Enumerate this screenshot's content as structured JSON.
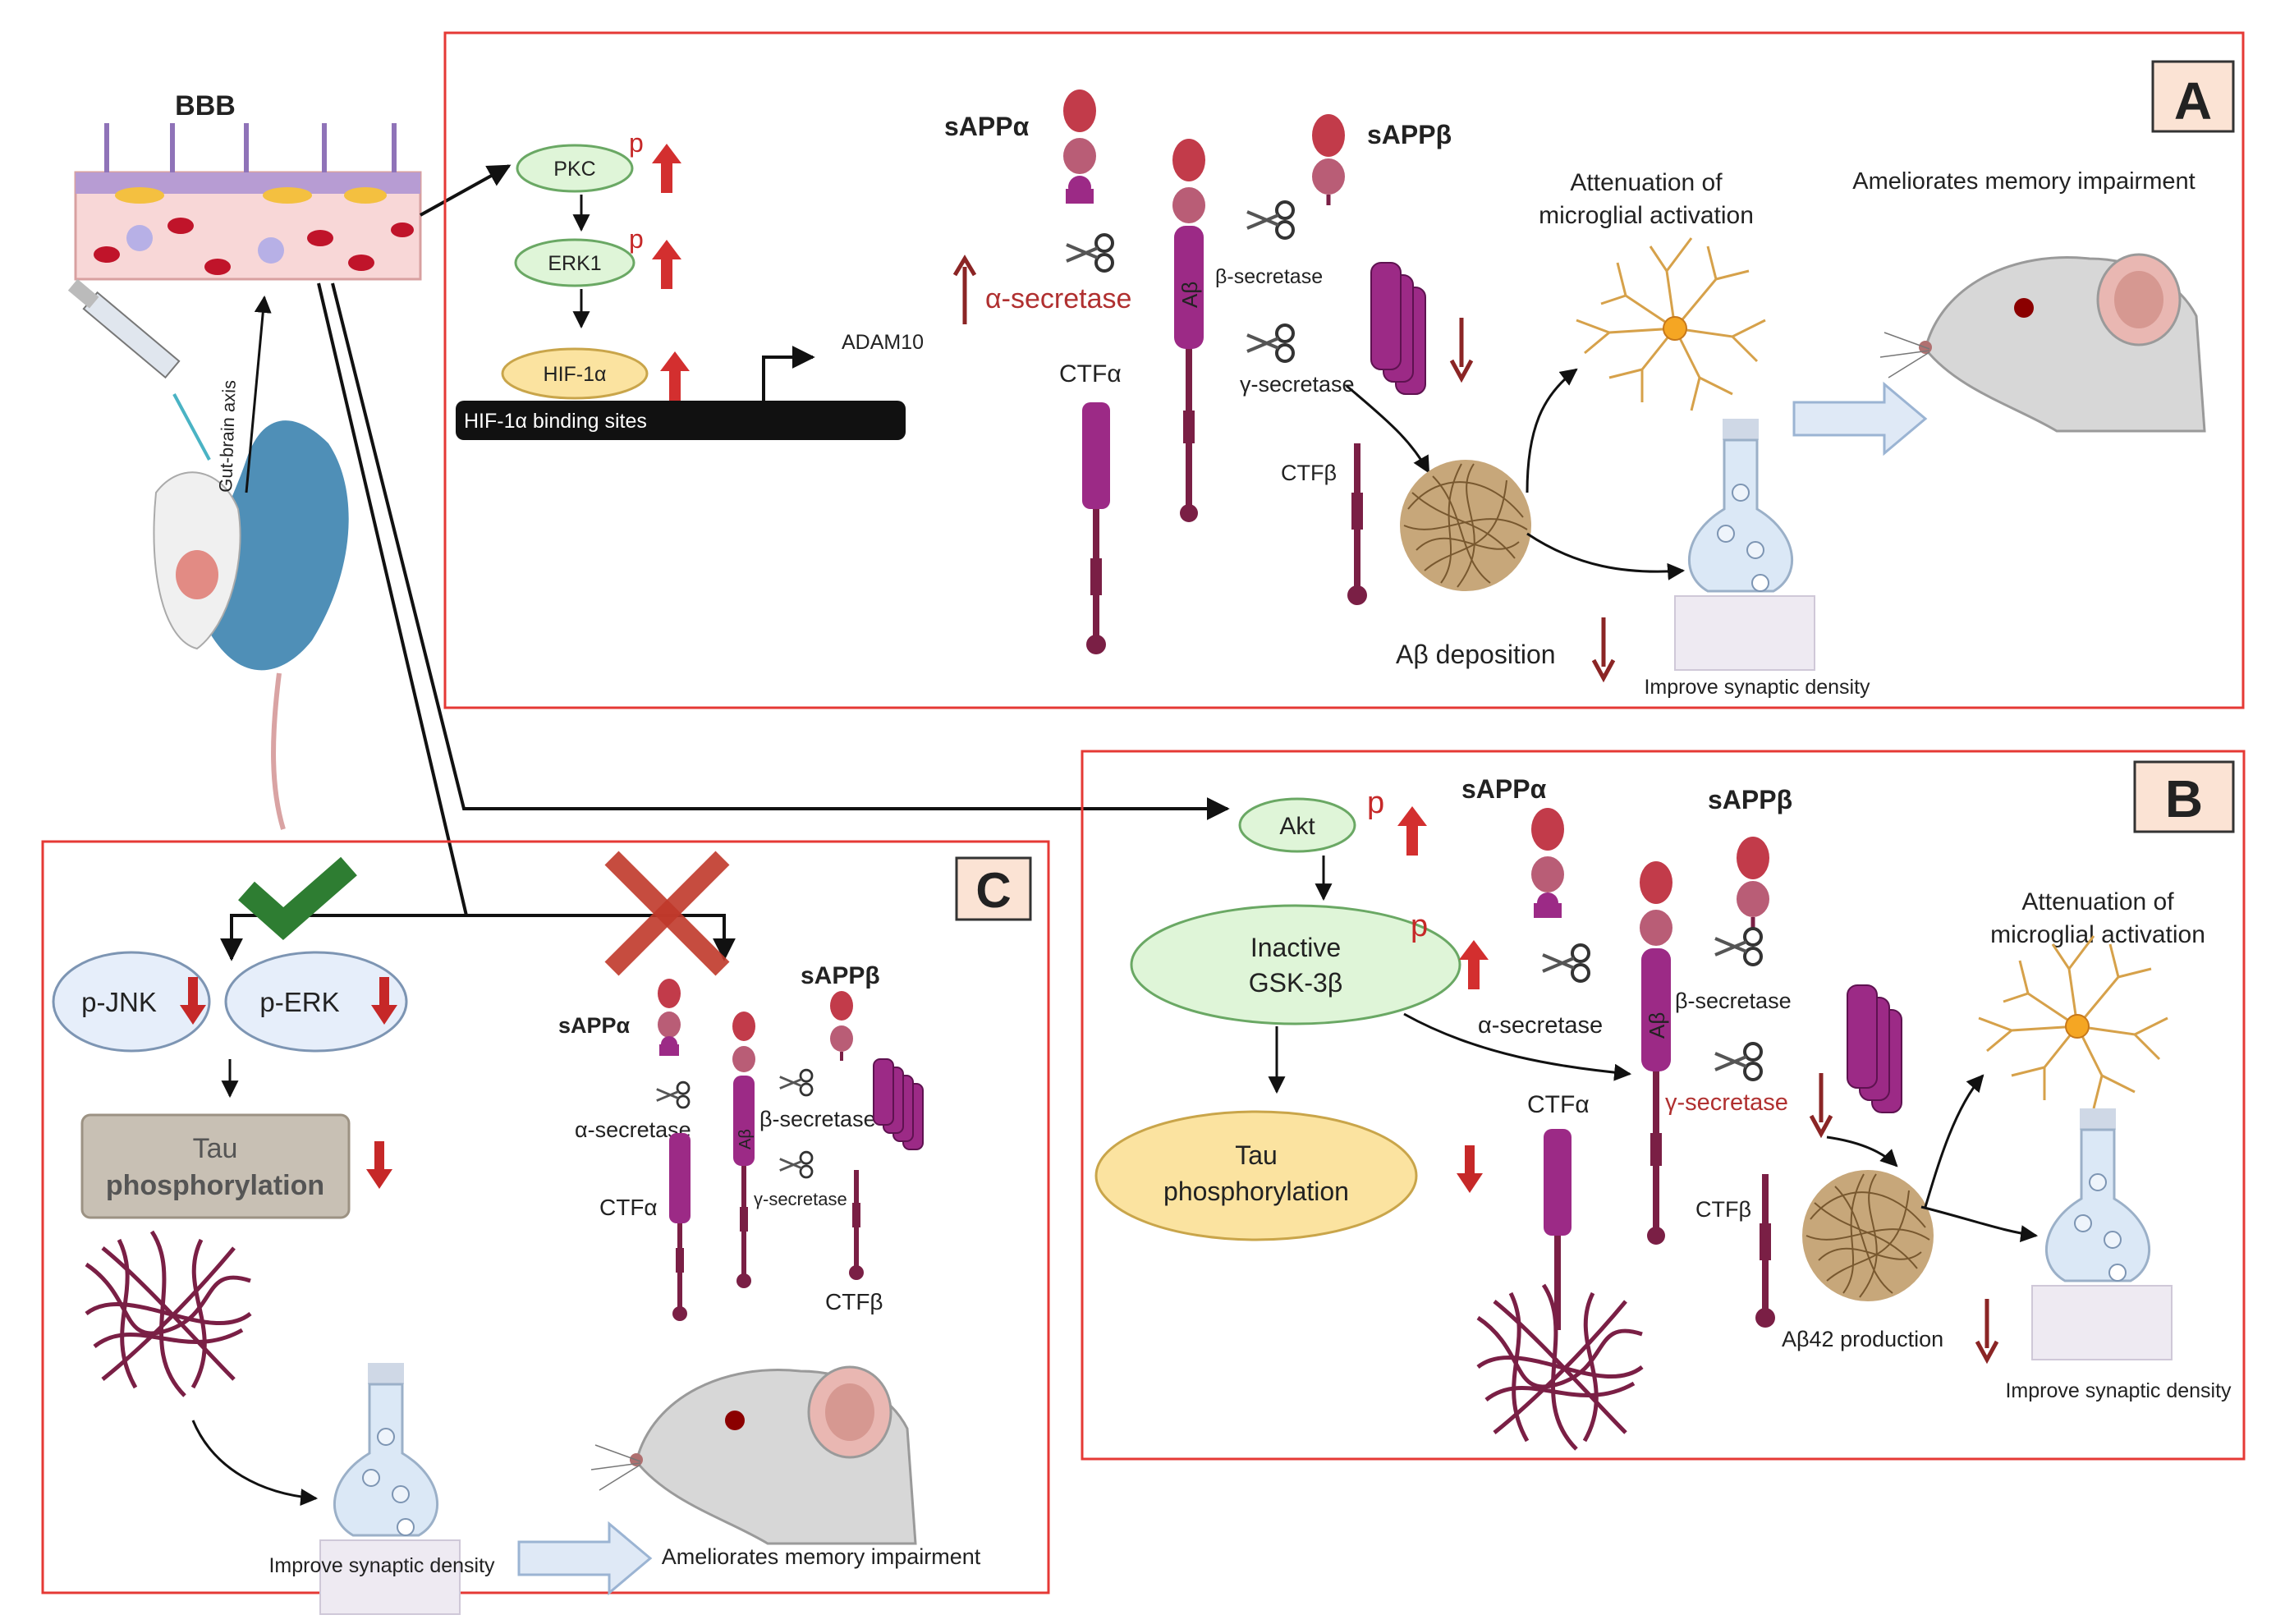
{
  "bbb": {
    "label": "BBB",
    "axis": "Gut-brain axis"
  },
  "panels": {
    "a": "A",
    "b": "B",
    "c": "C"
  },
  "sup": "p",
  "panel_a": {
    "pkc": "PKC",
    "erk1": "ERK1",
    "hif": "HIF-1α",
    "hif_sites": "HIF-1α binding sites",
    "adam10": "ADAM10",
    "sappa": "sAPPα",
    "sappb": "sAPPβ",
    "alpha": "α-secretase",
    "beta": "β-secretase",
    "gamma": "γ-secretase",
    "abeta": "Aβ",
    "ctfa": "CTFα",
    "ctfb": "CTFβ",
    "micro1": "Attenuation of",
    "micro2": "microglial activation",
    "memory": "Ameliorates memory impairment",
    "deposition": "Aβ deposition",
    "synaptic": "Improve synaptic density"
  },
  "panel_b": {
    "akt": "Akt",
    "gsk1": "Inactive",
    "gsk2": "GSK-3β",
    "sappa": "sAPPα",
    "sappb": "sAPPβ",
    "alpha": "α-secretase",
    "beta": "β-secretase",
    "gamma": "γ-secretase",
    "abeta": "Aβ",
    "ctfa": "CTFα",
    "ctfb": "CTFβ",
    "tau1": "Tau",
    "tau2": "phosphorylation",
    "micro1": "Attenuation of",
    "micro2": "microglial activation",
    "ab42": "Aβ42 production",
    "synaptic": "Improve synaptic density"
  },
  "panel_c": {
    "pjnk": "p-JNK",
    "perk": "p-ERK",
    "tau1": "Tau",
    "tau2": "phosphorylation",
    "sappa": "sAPPα",
    "sappb": "sAPPβ",
    "alpha": "α-secretase",
    "beta": "β-secretase",
    "gamma": "γ-secretase",
    "abeta": "Aβ",
    "ctfa": "CTFα",
    "ctfb": "CTFβ",
    "synaptic": "Improve synaptic density",
    "memory": "Ameliorates memory impairment"
  },
  "colors": {
    "panel_border": "#e53935",
    "up_arrow": "#d32f2f",
    "down_arrow": "#c62828",
    "check": "#2e7d32",
    "cross": "#c0392b",
    "app": "#9c2a86",
    "fibril": "#8a6a3a",
    "tangle": "#7a1f45",
    "node_green": "#dff5d8",
    "node_yellow": "#fbe3a0",
    "node_blue": "#e6eefa"
  }
}
